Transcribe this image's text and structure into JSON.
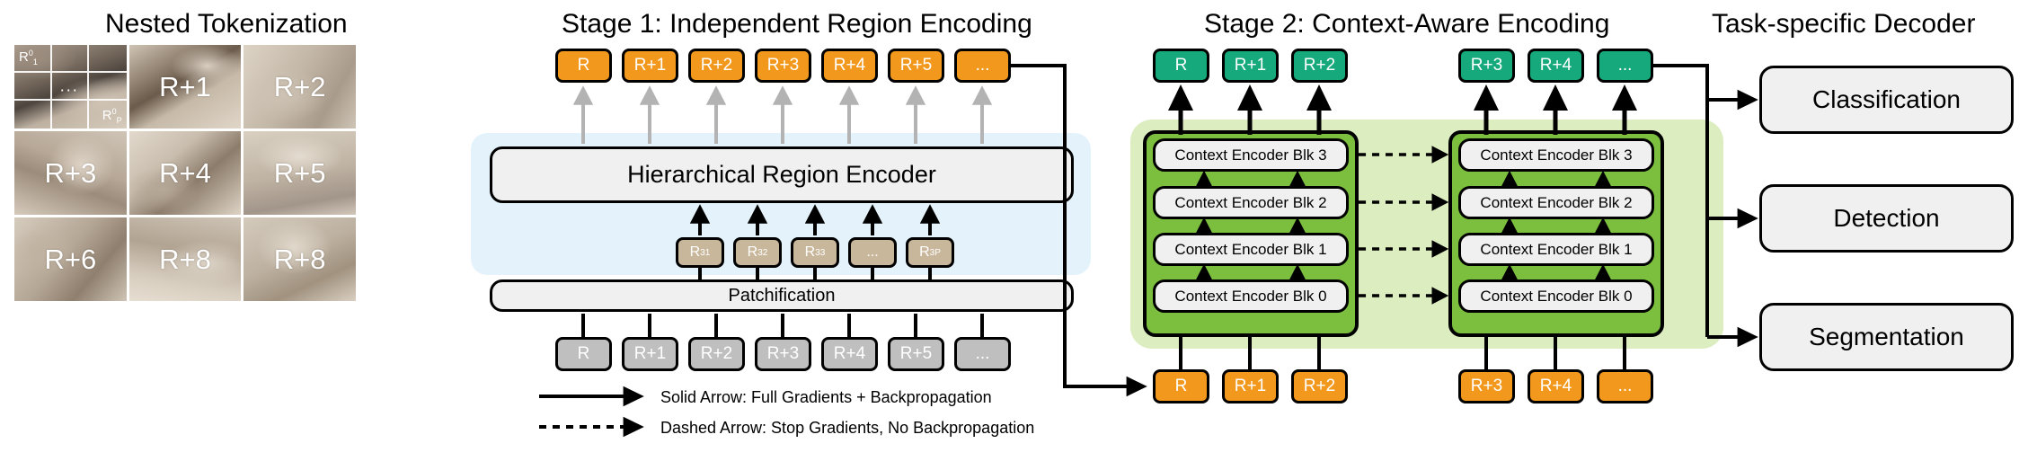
{
  "panels": {
    "tokenization_title": "Nested Tokenization",
    "stage1_title": "Stage 1: Independent Region Encoding",
    "stage2_title": "Stage 2: Context-Aware Encoding",
    "decoder_title": "Task-specific Decoder"
  },
  "tokenization": {
    "cells": [
      {
        "label": ""
      },
      {
        "label": "R+1"
      },
      {
        "label": "R+2"
      },
      {
        "label": "R+3"
      },
      {
        "label": "R+4"
      },
      {
        "label": "R+5"
      },
      {
        "label": "R+6"
      },
      {
        "label": "R+8"
      },
      {
        "label": "R+8"
      }
    ],
    "subgrid": {
      "first_label_base": "R",
      "first_label_sup": "0",
      "first_label_sub": "1",
      "last_label_base": "R",
      "last_label_sup": "0",
      "last_label_sub": "P",
      "ellipsis": "..."
    }
  },
  "stage1": {
    "output_tokens": [
      "R",
      "R+1",
      "R+2",
      "R+3",
      "R+4",
      "R+5",
      "..."
    ],
    "encoder_label": "Hierarchical Region Encoder",
    "patch_tokens": [
      {
        "base": "R",
        "sup": "3",
        "sub": "1"
      },
      {
        "base": "R",
        "sup": "3",
        "sub": "2"
      },
      {
        "base": "R",
        "sup": "3",
        "sub": "3"
      },
      {
        "base": "...",
        "sup": "",
        "sub": ""
      },
      {
        "base": "R",
        "sup": "3",
        "sub": "P"
      }
    ],
    "patchification_label": "Patchification",
    "input_tokens": [
      "R",
      "R+1",
      "R+2",
      "R+3",
      "R+4",
      "R+5",
      "..."
    ]
  },
  "stage2": {
    "group_a": {
      "output_tokens": [
        "R",
        "R+1",
        "R+2"
      ],
      "input_tokens": [
        "R",
        "R+1",
        "R+2"
      ],
      "blocks": [
        "Context Encoder Blk 3",
        "Context Encoder Blk 2",
        "Context Encoder Blk 1",
        "Context Encoder Blk 0"
      ]
    },
    "group_b": {
      "output_tokens": [
        "R+3",
        "R+4",
        "..."
      ],
      "input_tokens": [
        "R+3",
        "R+4",
        "..."
      ],
      "blocks": [
        "Context Encoder Blk 3",
        "Context Encoder Blk 2",
        "Context Encoder Blk 1",
        "Context Encoder Blk 0"
      ]
    }
  },
  "decoder": {
    "tasks": [
      "Classification",
      "Detection",
      "Segmentation"
    ]
  },
  "legend": {
    "solid": "Solid Arrow: Full Gradients + Backpropagation",
    "dashed": "Dashed Arrow: Stop Gradients, No Backpropagation"
  },
  "colors": {
    "orange": "#F2991D",
    "teal": "#16a97c",
    "green": "#7cbf3f",
    "green_light": "#dcedc0",
    "blue_light": "#e4f3fb",
    "beige": "#c9b79c",
    "gray": "#bfbfbf",
    "box_gray": "#f0f0f0"
  }
}
